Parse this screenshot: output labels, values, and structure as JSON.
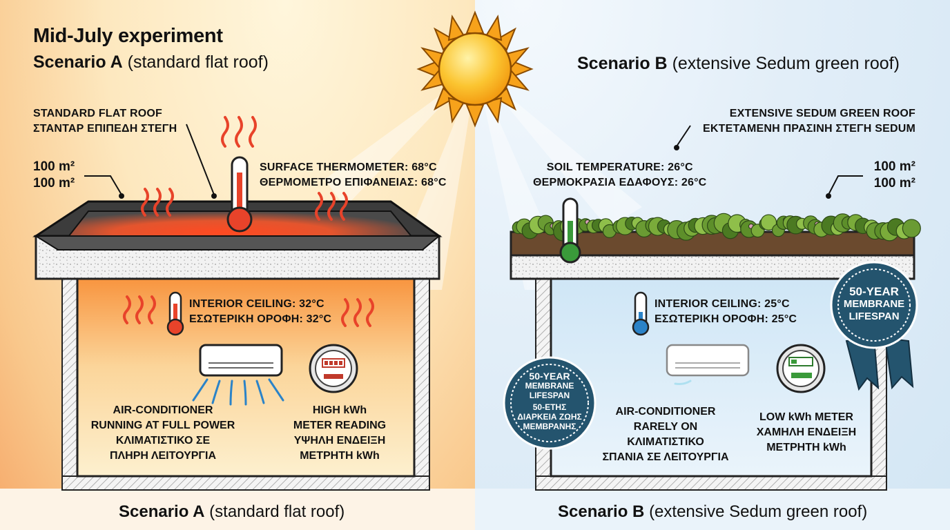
{
  "title": "Mid-July experiment",
  "scenario_a": {
    "name": "Scenario A",
    "desc": "(standard flat roof)"
  },
  "scenario_b": {
    "name": "Scenario B",
    "desc": "(extensive Sedum green roof)"
  },
  "left": {
    "roof_en": "STANDARD FLAT ROOF",
    "roof_el": "ΣΤΑΝΤΑΡ ΕΠΙΠΕΔΗ ΣΤΕΓΗ",
    "area_1": "100 m²",
    "area_2": "100 m²",
    "surface_en": "SURFACE THERMOMETER: 68°C",
    "surface_el": "ΘΕΡΜΟΜΕΤΡΟ ΕΠΙΦΑΝΕΙΑΣ: 68°C",
    "ceiling_en": "INTERIOR CEILING: 32°C",
    "ceiling_el": "ΕΣΩΤΕΡΙΚΗ ΟΡΟΦΗ: 32°C",
    "ac_en_1": "AIR-CONDITIONER",
    "ac_en_2": "RUNNING AT FULL POWER",
    "ac_el_1": "ΚΛΙΜΑΤΙΣΤΙΚΟ ΣΕ",
    "ac_el_2": "ΠΛΗΡΗ ΛΕΙΤΟΥΡΓΙΑ",
    "meter_en_1": "HIGH kWh",
    "meter_en_2": "METER READING",
    "meter_el_1": "ΥΨΗΛΗ ΕΝΔΕΙΞΗ",
    "meter_el_2": "ΜΕΤΡΗΤΗ kWh"
  },
  "right": {
    "roof_en": "EXTENSIVE SEDUM GREEN ROOF",
    "roof_el": "ΕΚΤΕΤΑΜΕΝΗ ΠΡΑΣΙΝΗ ΣΤΕΓΗ SEDUM",
    "area_1": "100 m²",
    "area_2": "100 m²",
    "soil_en": "SOIL TEMPERATURE: 26°C",
    "soil_el": "ΘΕΡΜΟΚΡΑΣΙΑ ΕΔΑΦΟΥΣ: 26°C",
    "ceiling_en": "INTERIOR CEILING: 25°C",
    "ceiling_el": "ΕΣΩΤΕΡΙΚΗ ΟΡΟΦΗ: 25°C",
    "ac_en_1": "AIR-CONDITIONER",
    "ac_en_2": "RARELY ON",
    "ac_el_1": "ΚΛΙΜΑΤΙΣΤΙΚΟ",
    "ac_el_2": "ΣΠΑΝΙΑ ΣΕ ΛΕΙΤΟΥΡΓΙΑ",
    "meter_en": "LOW kWh METER",
    "meter_el_1": "ΧΑΜΗΛΗ ΕΝΔΕΙΞΗ",
    "meter_el_2": "ΜΕΤΡΗΤΗ kWh",
    "badge_ribbon_1": "50-YEAR",
    "badge_ribbon_2": "MEMBRANE",
    "badge_ribbon_3": "LIFESPAN",
    "badge_seal_1": "50-YEAR",
    "badge_seal_2": "MEMBRANE",
    "badge_seal_3": "LIFESPAN",
    "badge_seal_4": "50-ΕΤΗΣ",
    "badge_seal_5": "ΔΙΑΡΚΕΙΑ ΖΩΗΣ",
    "badge_seal_6": "ΜΕΜΒΡΑΝΗΣ"
  },
  "colors": {
    "hot": "#e8432a",
    "cool": "#2b83c8",
    "badge": "#24546e",
    "soil": "#6b4a2e"
  }
}
